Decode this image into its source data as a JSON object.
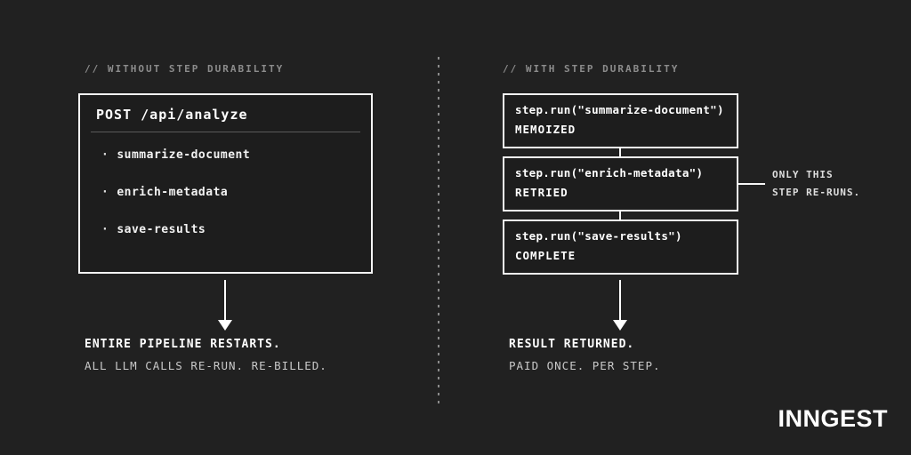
{
  "colors": {
    "background": "#212121",
    "ink": "#ffffff",
    "muted": "#8c8c8c",
    "subtle": "#c9c9c9",
    "box_bg": "#1d1d1d",
    "border": "#f5f5f5"
  },
  "left": {
    "header": "// WITHOUT STEP DURABILITY",
    "box": {
      "title": "POST /api/analyze",
      "bullet": "·",
      "items": [
        "summarize-document",
        "enrich-metadata",
        "save-results"
      ]
    },
    "result_title": "ENTIRE PIPELINE RESTARTS.",
    "result_subtitle": "ALL LLM CALLS RE-RUN. RE-BILLED."
  },
  "right": {
    "header": "// WITH STEP DURABILITY",
    "steps": [
      {
        "code": "step.run(\"summarize-document\")",
        "status": "MEMOIZED"
      },
      {
        "code": "step.run(\"enrich-metadata\")",
        "status": "RETRIED"
      },
      {
        "code": "step.run(\"save-results\")",
        "status": "COMPLETE"
      }
    ],
    "annotation": {
      "line1": "ONLY THIS",
      "line2": "STEP RE-RUNS."
    },
    "result_title": "RESULT RETURNED.",
    "result_subtitle": "PAID ONCE. PER STEP."
  },
  "logo": "INNGEST"
}
